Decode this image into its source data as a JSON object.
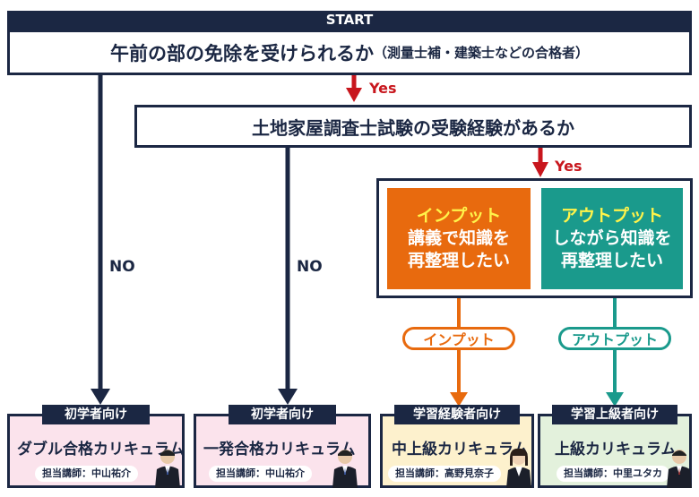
{
  "start_label": "START",
  "question1": {
    "main": "午前の部の免除を受けられるか",
    "note": "（測量士補・建築士などの合格者）"
  },
  "question2": "土地家屋調査士試験の受験経験があるか",
  "yes_label": "Yes",
  "no_label": "NO",
  "choices": [
    {
      "head": "インプット",
      "line1": "講義で知識を",
      "line2": "再整理したい"
    },
    {
      "head": "アウトプット",
      "line1": "しながら知識を",
      "line2": "再整理したい"
    }
  ],
  "pills": [
    "インプット",
    "アウトプット"
  ],
  "cards": [
    {
      "label": "初学者向け",
      "title": "ダブル合格カリキュラム",
      "teacher": "担当講師：中山祐介"
    },
    {
      "label": "初学者向け",
      "title": "一発合格カリキュラム",
      "teacher": "担当講師：中山祐介"
    },
    {
      "label": "学習経験者向け",
      "title": "中上級カリキュラム",
      "teacher": "担当講師：高野見奈子"
    },
    {
      "label": "学習上級者向け",
      "title": "上級カリキュラム",
      "teacher": "担当講師：中里ユタカ"
    }
  ],
  "colors": {
    "navy": "#1b2743",
    "red": "#c8161d",
    "orange": "#e86a0e",
    "teal": "#1a9a8c",
    "choice_head": "#fff34a",
    "card_pink": "#fbe3ec",
    "card_yellow": "#fdf1cd",
    "card_green": "#e3f1dc"
  }
}
